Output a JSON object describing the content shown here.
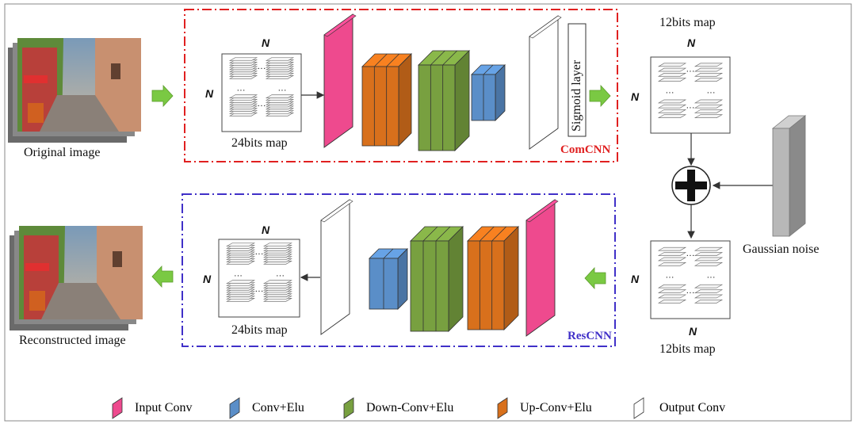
{
  "labels": {
    "original_image": "Original image",
    "reconstructed_image": "Reconstructed image",
    "comcnn": "ComCNN",
    "rescnn": "ResCNN",
    "map24_top": "24bits map",
    "map24_bottom": "24bits map",
    "map12_top": "12bits map",
    "map12_bottom": "12bits map",
    "sigmoid": "Sigmoid layer",
    "gaussian_noise": "Gaussian noise",
    "n": "N",
    "ellipsis": "···"
  },
  "legend": [
    {
      "label": "Input Conv",
      "color": "#ee4a8e"
    },
    {
      "label": "Conv+Elu",
      "color": "#5a8ec8"
    },
    {
      "label": "Down-Conv+Elu",
      "color": "#78a040"
    },
    {
      "label": "Up-Conv+Elu",
      "color": "#d8701c"
    },
    {
      "label": "Output Conv",
      "color": "#ffffff"
    }
  ],
  "colors": {
    "input_conv": "#ee4a8e",
    "conv_elu": "#5a8ec8",
    "down_conv": "#78a040",
    "up_conv": "#d8701c",
    "output_conv": "#ffffff",
    "comcnn_border": "#e02020",
    "rescnn_border": "#4030c8",
    "arrow_green": "#7ac943",
    "noise": "#a8a8a8"
  }
}
